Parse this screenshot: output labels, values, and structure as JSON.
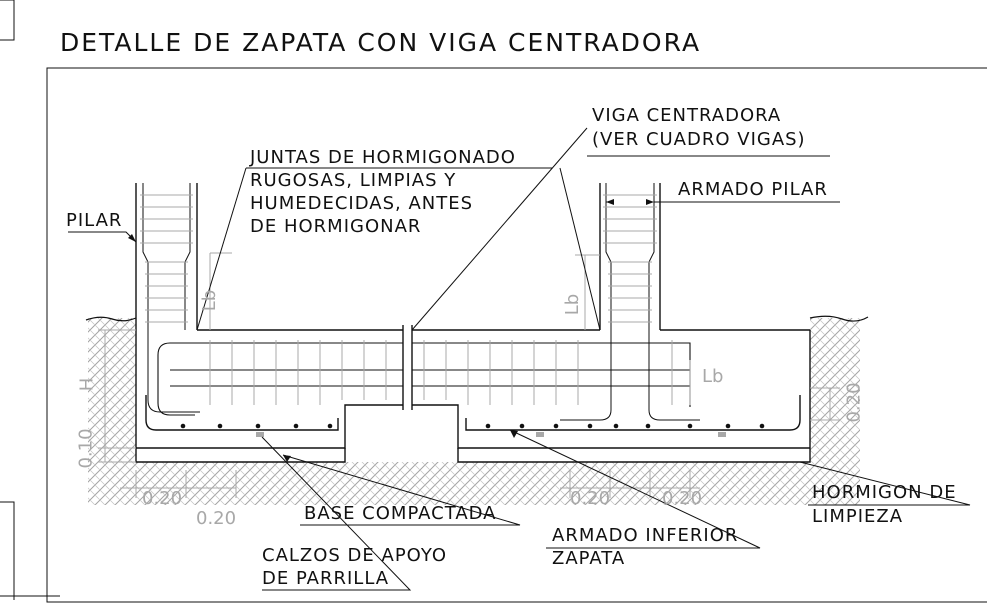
{
  "title": "DETALLE DE ZAPATA CON VIGA CENTRADORA",
  "labels": {
    "pilar": "PILAR",
    "juntas_1": "JUNTAS DE HORMIGONADO",
    "juntas_2": "RUGOSAS, LIMPIAS Y",
    "juntas_3": "HUMEDECIDAS, ANTES",
    "juntas_4": "DE HORMIGONAR",
    "viga_1": "VIGA CENTRADORA",
    "viga_2": "(VER CUADRO VIGAS)",
    "armado_pilar": "ARMADO PILAR",
    "base_compactada": "BASE COMPACTADA",
    "calzos_1": "CALZOS DE APOYO",
    "calzos_2": "DE PARRILLA",
    "armado_inferior_1": "ARMADO INFERIOR",
    "armado_inferior_2": "ZAPATA",
    "hormigon_1": "HORMIGON DE",
    "hormigon_2": "LIMPIEZA"
  },
  "dimensions": {
    "h": "H",
    "lb_left": "Lb",
    "lb_right": "Lb",
    "lb_mid": "Lb",
    "d_010": "0.10",
    "d_020_right_vert": "0.20",
    "d_020_a": "0.20",
    "d_020_b": "0.20",
    "d_020_c": "0.20",
    "d_020_d": "0.20"
  },
  "colors": {
    "line": "#111111",
    "dim": "#a8a8a8",
    "hatch": "#9a9a9a"
  }
}
